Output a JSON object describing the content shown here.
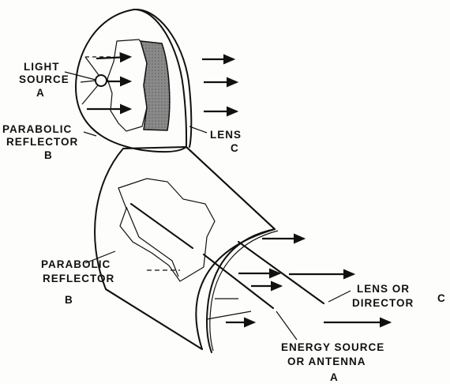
{
  "top_figure": {
    "light_source": {
      "line1": "LIGHT",
      "line2": "SOURCE",
      "letter": "A"
    },
    "reflector": {
      "line1": "PARABOLIC",
      "line2": "REFLECTOR",
      "letter": "B"
    },
    "lens": {
      "line1": "LENS",
      "letter": "C"
    }
  },
  "bottom_figure": {
    "reflector": {
      "line1": "PARABOLIC",
      "line2": "REFLECTOR",
      "letter": "B"
    },
    "director": {
      "line1": "LENS OR",
      "line2": "DIRECTOR",
      "letter": "C"
    },
    "energy_source": {
      "line1": "ENERGY SOURCE",
      "line2": "OR ANTENNA",
      "letter": "A"
    }
  }
}
